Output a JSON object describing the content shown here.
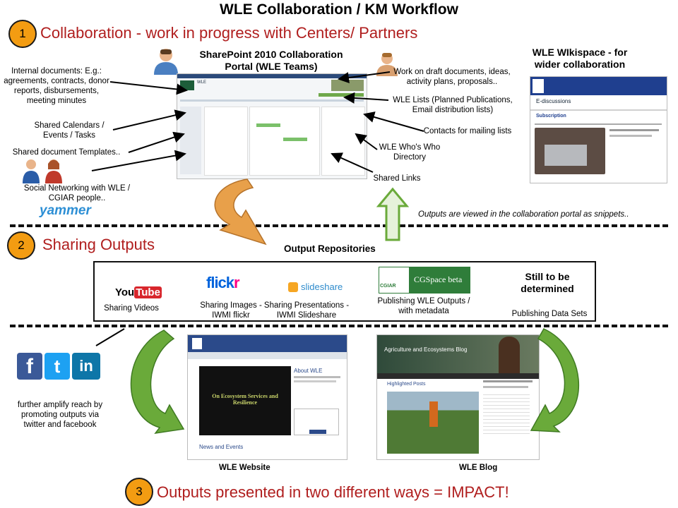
{
  "title": "WLE Collaboration / KM Workflow",
  "sections": [
    {
      "number": "1",
      "heading": "Collaboration - work in progress with Centers/ Partners"
    },
    {
      "number": "2",
      "heading": "Sharing Outputs"
    },
    {
      "number": "3",
      "heading": "Outputs presented in two different ways = IMPACT!"
    }
  ],
  "sharepoint": {
    "title": "SharePoint 2010 Collaboration Portal (WLE Teams)",
    "left_labels": [
      "Internal documents: E.g.: agreements, contracts, donor reports, disbursements, meeting minutes",
      "Shared Calendars / Events / Tasks",
      "Shared document Templates..",
      "Social Networking with WLE / CGIAR people.."
    ],
    "right_labels": [
      "Work on draft documents, ideas, activity plans, proposals..",
      "WLE Lists (Planned Publications, Email distribution lists)",
      "Contacts for mailing lists",
      "WLE Who's Who Directory",
      "Shared Links"
    ],
    "yammer": "yammer",
    "screen_title": "WLE"
  },
  "wikispace": {
    "title": "WLE WIkispace - for wider collaboration",
    "tab": "E-discussions",
    "subheading": "Subscription"
  },
  "snippets_note": "Outputs are viewed in the collaboration portal as snippets..",
  "repositories": {
    "title": "Output Repositories",
    "items": [
      {
        "logo": "YouTube",
        "logo_a": "You",
        "logo_b": "Tube",
        "label": "Sharing Videos"
      },
      {
        "logo": "flickr",
        "logo_a": "flick",
        "logo_b": "r",
        "label": "Sharing Images - IWMI flickr"
      },
      {
        "logo": "slideshare",
        "label": "Sharing Presentations - IWMI Slideshare"
      },
      {
        "logo": "CGSpace beta",
        "logo_sub": "CGIAR",
        "label": "Publishing WLE Outputs / with metadata"
      },
      {
        "logo": "Still to be determined",
        "label": "Publishing Data Sets"
      }
    ]
  },
  "social": {
    "icons": [
      "f",
      "t",
      "in"
    ],
    "text": "further amplify reach by promoting outputs via twitter and facebook"
  },
  "website": {
    "label": "WLE Website",
    "video_text": "On Ecosystem Services and Resilience",
    "about": "About WLE",
    "news": "News and Events"
  },
  "blog": {
    "label": "WLE Blog",
    "banner": "Agriculture and Ecosystems Blog",
    "post": "Highlighted Posts"
  },
  "colors": {
    "accent": "#b01e1e",
    "badge": "#f39c12",
    "arrow_orange": "#e8a04a",
    "arrow_green": "#6aaa3a"
  }
}
